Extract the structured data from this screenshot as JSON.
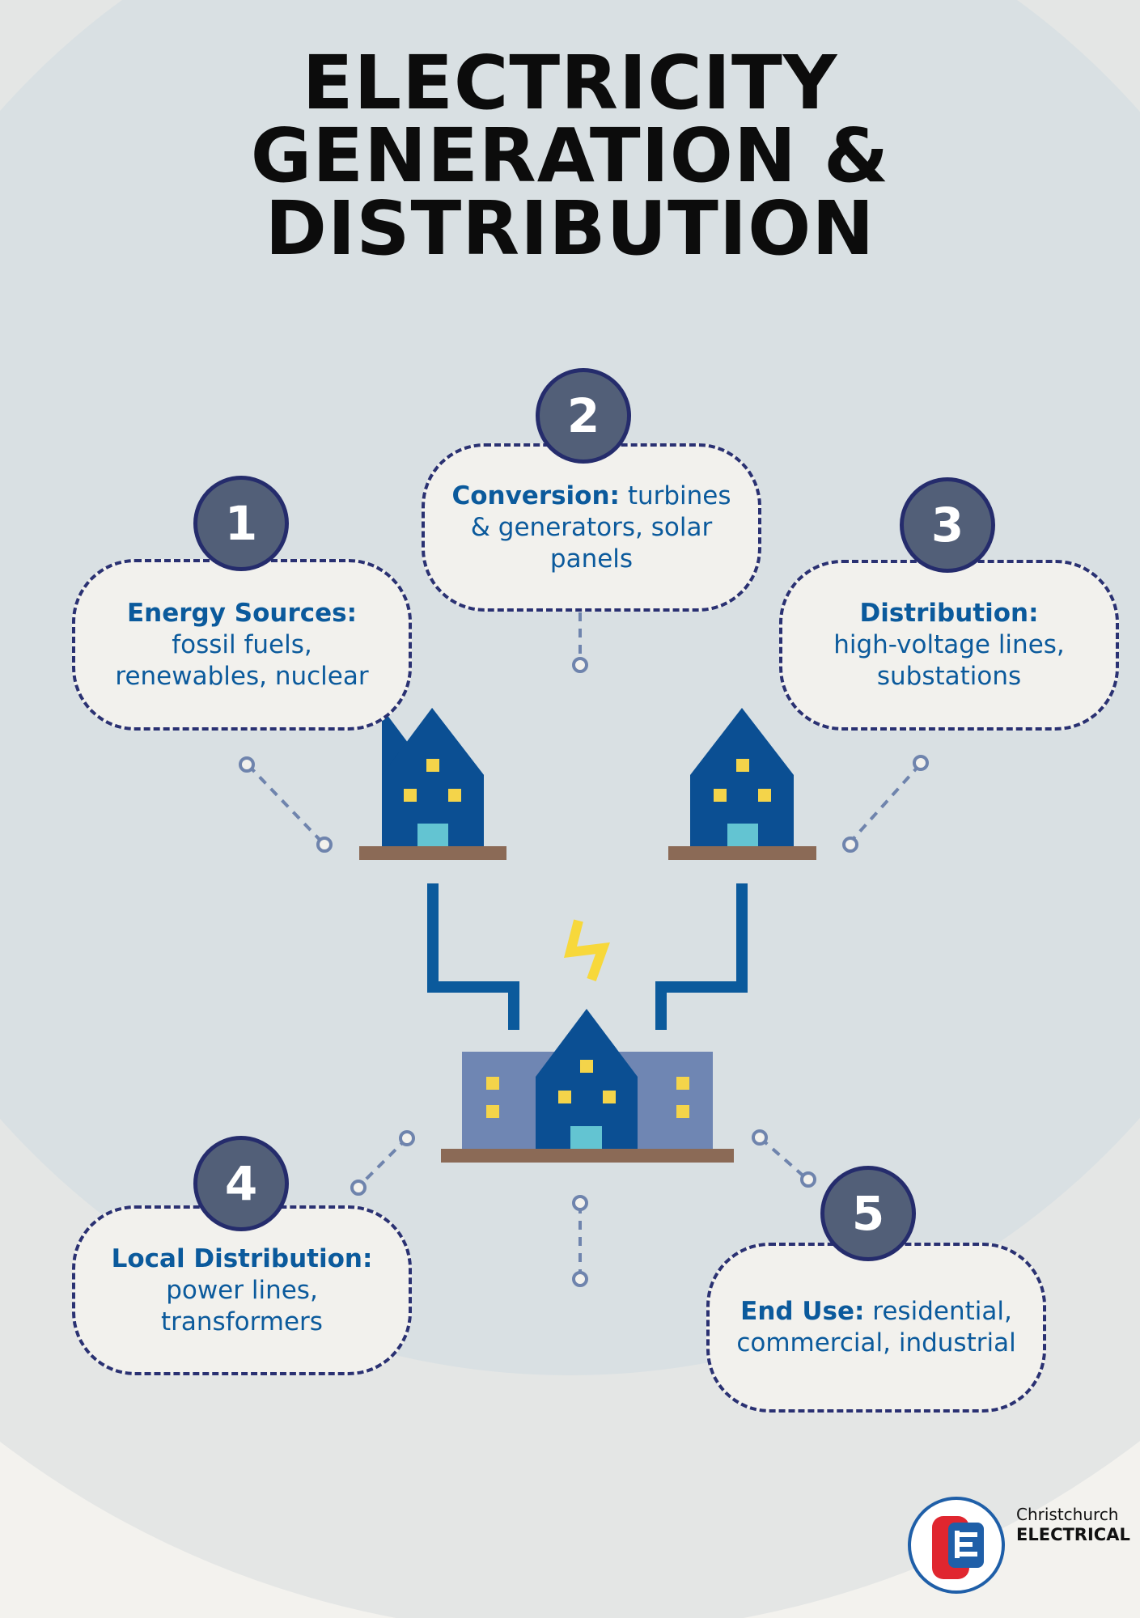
{
  "title": {
    "line1": "ELECTRICITY",
    "line2": "GENERATION &",
    "line3": "DISTRIBUTION"
  },
  "steps": [
    {
      "number": "1",
      "heading": "Energy Sources:",
      "text": "fossil fuels, renewables, nuclear"
    },
    {
      "number": "2",
      "heading": "Conversion:",
      "text": "turbines & generators, solar panels"
    },
    {
      "number": "3",
      "heading": "Distribution:",
      "text": "high-voltage lines, substations"
    },
    {
      "number": "4",
      "heading": "Local Distribution:",
      "text": "power lines, transformers"
    },
    {
      "number": "5",
      "heading": "End Use:",
      "text": "residential, commercial, industrial"
    }
  ],
  "logo": {
    "line1": "Christchurch",
    "line2": "ELECTRICAL",
    "letter": "E"
  },
  "colors": {
    "background": "#f3f2ee",
    "circle": "#dce2e6",
    "card_border": "#2a3172",
    "card_text": "#0b5a9c",
    "badge": "#525f78",
    "house": "#0b4f93",
    "window": "#f4d44a",
    "door": "#63c4d2",
    "ground": "#8b6a56",
    "wire": "#0b5a9c",
    "bolt": "#f7d83b",
    "building_side": "#6f86b3",
    "connector": "#6f84ad",
    "logo_red": "#e0262f",
    "logo_blue": "#1f5fa8"
  },
  "icons": [
    "house-icon",
    "power-plant-icon",
    "lightning-bolt-icon",
    "connector-dots-icon",
    "logo-icon"
  ]
}
